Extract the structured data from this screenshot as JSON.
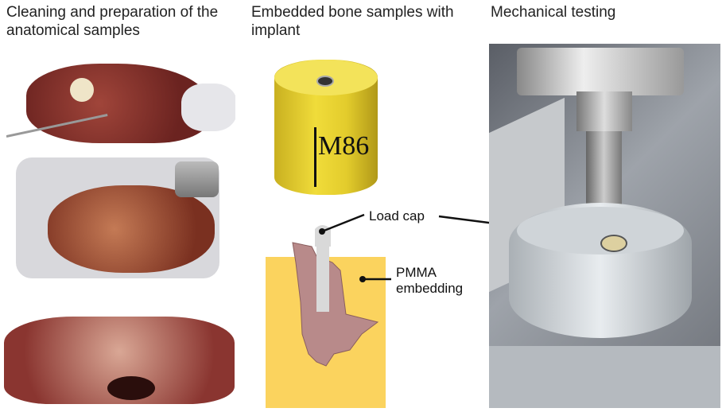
{
  "panels": [
    {
      "title_line1": "Cleaning and preparation of the",
      "title_line2": "anatomical samples"
    },
    {
      "title_line1": "Embedded bone samples with",
      "title_line2": "implant"
    },
    {
      "title_line1": "Mechanical testing"
    }
  ],
  "specimen_marking": "M86",
  "labels": {
    "load_cap": "Load cap",
    "pmma_line1": "PMMA",
    "pmma_line2": "embedding"
  },
  "colors": {
    "pmma": "#fbd35e",
    "bone": "#b88a8a",
    "implant": "#d9d9d9",
    "cylinder": "#e8d23a"
  }
}
